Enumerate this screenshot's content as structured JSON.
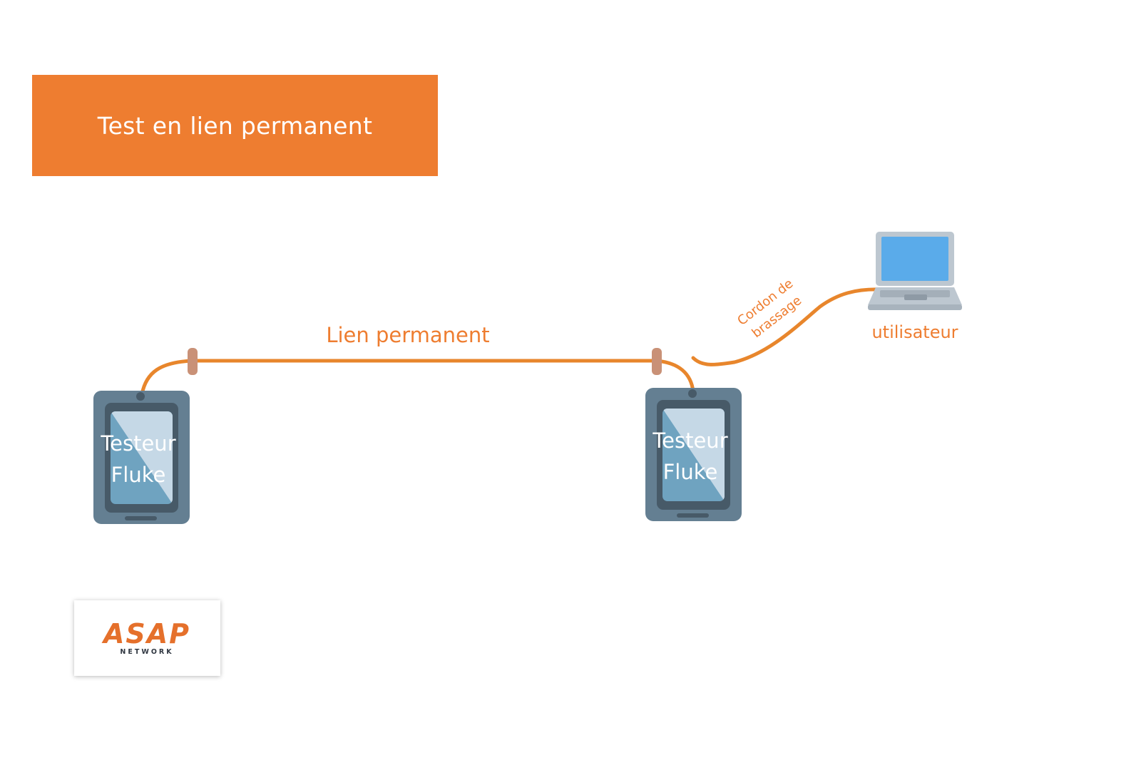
{
  "title": "Test en lien permanent",
  "devices": [
    {
      "label_line1": "Testeur",
      "label_line2": "Fluke"
    },
    {
      "label_line1": "Testeur",
      "label_line2": "Fluke"
    }
  ],
  "links": {
    "permanent_link_label": "Lien permanent",
    "patch_cord_line1": "Cordon de",
    "patch_cord_line2": "brassage"
  },
  "endpoint": {
    "label": "utilisateur"
  },
  "logo": {
    "wordmark": "ASAP",
    "subtitle": "NETWORK"
  },
  "colors": {
    "accent": "#ee7d30",
    "banner_bg": "#ee7d30",
    "cable": "#e8862c",
    "connector": "#c99177",
    "tester_body": "#647f92",
    "tester_bezel": "#475a68",
    "screen_light": "#c5d8e6",
    "screen_dark": "#6fa3c0",
    "laptop_body": "#bdc7d0",
    "laptop_screen": "#5aabea"
  }
}
